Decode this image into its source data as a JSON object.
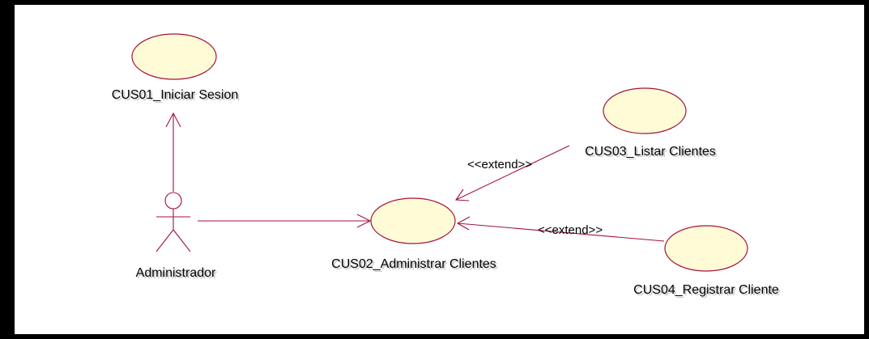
{
  "diagram": {
    "actors": [
      {
        "id": "actor-administrador",
        "label": "Administrador"
      }
    ],
    "use_cases": [
      {
        "id": "uc-cus01",
        "label": "CUS01_Iniciar Sesion"
      },
      {
        "id": "uc-cus02",
        "label": "CUS02_Administrar Clientes"
      },
      {
        "id": "uc-cus03",
        "label": "CUS03_Listar Clientes"
      },
      {
        "id": "uc-cus04",
        "label": "CUS04_Registrar Cliente"
      }
    ],
    "relations": [
      {
        "from": "actor-administrador",
        "to": "uc-cus01",
        "type": "association",
        "label": ""
      },
      {
        "from": "actor-administrador",
        "to": "uc-cus02",
        "type": "association",
        "label": ""
      },
      {
        "from": "uc-cus03",
        "to": "uc-cus02",
        "type": "extend",
        "label": "<<extend>>"
      },
      {
        "from": "uc-cus04",
        "to": "uc-cus02",
        "type": "extend",
        "label": "<<extend>>"
      }
    ],
    "colors": {
      "use_case_fill": "#fefbd6",
      "line": "#a4123a",
      "frame": "#000000"
    }
  }
}
